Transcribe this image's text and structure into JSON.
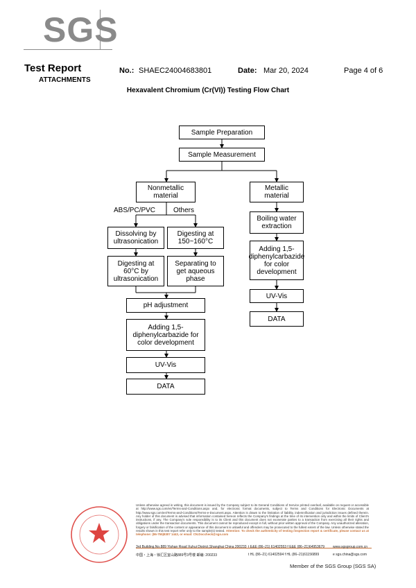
{
  "logo": {
    "text": "SGS"
  },
  "header": {
    "title": "Test Report",
    "subtitle": "ATTACHMENTS",
    "no_label": "No.:",
    "no_value": "SHAEC24004683801",
    "date_label": "Date:",
    "date_value": "Mar 20, 2024",
    "page": "Page 4 of 6"
  },
  "chart": {
    "title": "Hexavalent Chromium (Cr(VI)) Testing Flow Chart",
    "sample_prep": "Sample Preparation",
    "sample_meas": "Sample Measurement",
    "nonmetallic": "Nonmetallic material",
    "metallic": "Metallic material",
    "abs_label": "ABS/PC/PVC",
    "others_label": "Others",
    "dissolving": "Dissolving by ultrasonication",
    "digesting_150": "Digesting at 150~160°C",
    "digesting_60": "Digesting at 60°C by ultrasonication",
    "separating": "Separating to get aqueous phase",
    "ph": "pH adjustment",
    "adding_left": "Adding 1,5-diphenylcarbazide for color development",
    "uvvis_left": "UV-Vis",
    "data_left": "DATA",
    "boiling": "Boiling water extraction",
    "adding_right": "Adding 1,5-diphenylcarbazide for color development",
    "uvvis_right": "UV-Vis",
    "data_right": "DATA"
  },
  "footer": {
    "legal": "Unless otherwise agreed in writing, this document is issued by the Company subject to its General Conditions of Service printed overleaf, available on request or accessible at http://www.sgs.com/en/Terms-and-Conditions.aspx and, for electronic format documents, subject to Terms and Conditions for Electronic Documents at http://www.sgs.com/en/Terms-and-Conditions/Terms-e-Document.aspx. Attention is drawn to the limitation of liability, indemnification and jurisdiction issues defined therein. Any holder of this document is advised that information contained hereon reflects the Company's findings at the time of its intervention only and within the limits of Client's instructions, if any. The Company's sole responsibility is to its Client and this document does not exonerate parties to a transaction from exercising all their rights and obligations under the transaction documents. This document cannot be reproduced except in full, without prior written approval of the Company. Any unauthorized alteration, forgery or falsification of the content or appearance of this document is unlawful and offenders may be prosecuted to the fullest extent of the law. Unless otherwise stated the results shown in this test report refer only to the sample(s) tested.",
    "attention": "Attention: To check the authenticity of testing /inspection report & certificate, please contact us at telephone: (86-755)8307 1443, or email: CN.Doccheck@sgs.com",
    "addr_en": "3rd Building,No.889 Yishan Road Xuhui District,Shanghai China   200233",
    "tel_en": "t E&E (86–21) 61402553   f E&E (86–21)64953679",
    "web": "www.sgsgroup.com.cn",
    "addr_cn": "中国・上海・徐汇区宜山路889号3号楼     邮编: 200233",
    "tel_cn": "t HL (86–21) 61402594   f HL (86–21)61156899",
    "email": "e sgs.china@sgs.com",
    "member": "Member of the SGS Group (SGS SA)"
  },
  "colors": {
    "logo_gray": "#8a8a8a",
    "seal_red": "#d9302c"
  }
}
